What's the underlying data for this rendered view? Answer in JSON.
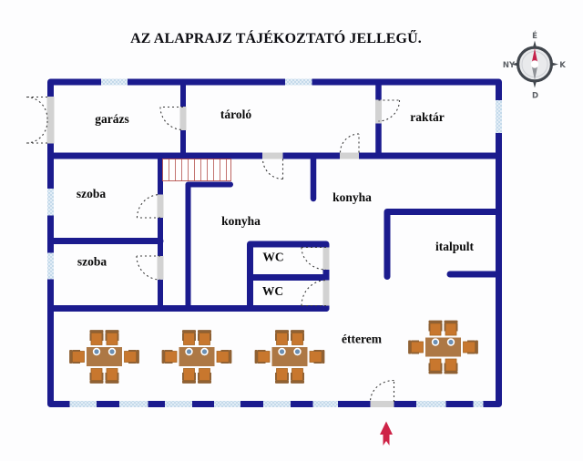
{
  "title": "AZ ALAPRAJZ TÁJÉKOZTATÓ JELLEGŰ.",
  "rooms": {
    "garage": "garázs",
    "storage": "tároló",
    "stockroom": "raktár",
    "bedroom_top": "szoba",
    "bedroom_bottom": "szoba",
    "kitchen_main": "konyha",
    "kitchen_small": "konyha",
    "wc_top": "WC",
    "wc_bottom": "WC",
    "bar": "italpult",
    "restaurant": "étterem"
  },
  "compass": {
    "north": "É",
    "south": "D",
    "east": "K",
    "west": "NY"
  },
  "stairs": {
    "treads": 10
  },
  "tables": {
    "count": 4,
    "chairs_per_table": 6,
    "plates_per_table": 2
  },
  "colors": {
    "bg": "#fdfdfe",
    "wall": "#1b1b8e",
    "window": "#bdd5e8",
    "doorgap": "#d2d2d2",
    "arc": "#3a3a3a",
    "stairs": "#b5524e",
    "table": "#ad7845",
    "seat": "#c8772e",
    "chairback": "#8f6134",
    "plate": "#6b8fb3",
    "arrow": "#ce2347",
    "compass": "#41464d",
    "needlered": "#c5204a"
  }
}
